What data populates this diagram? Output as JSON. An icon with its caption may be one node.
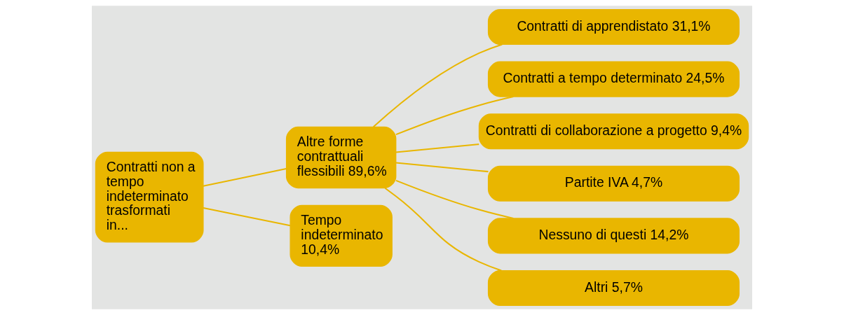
{
  "diagram": {
    "nodes": [
      {
        "text": [
          "Contratti non a tempo indeterminato trasformati in..."
        ]
      },
      {
        "text": [
          "Altre forme contrattuali flessibili 89,6%"
        ]
      },
      {
        "text": [
          "Tempo indeterminato 10,4%"
        ]
      },
      {
        "text": [
          "Contratti di apprendistato 31,1%"
        ]
      },
      {
        "text": [
          "Contratti a tempo determinato 24,5%"
        ]
      },
      {
        "text": [
          "Contratti di collaborazione a progetto 9,4%"
        ]
      },
      {
        "text": [
          "Partite IVA 4,7%"
        ]
      },
      {
        "text": [
          "Nessuno di questi 14,2%"
        ]
      },
      {
        "text": [
          "Altri 5,7%"
        ]
      }
    ],
    "edges": [
      {
        "from": 0,
        "to": 1,
        "arrow": "none"
      },
      {
        "from": 0,
        "to": 2,
        "arrow": "none"
      },
      {
        "from": 1,
        "to": 3,
        "arrow": "none"
      },
      {
        "from": 1,
        "to": 4,
        "arrow": "none"
      },
      {
        "from": 1,
        "to": 5,
        "arrow": "none"
      },
      {
        "from": 1,
        "to": 6,
        "arrow": "none"
      },
      {
        "from": 1,
        "to": 7,
        "arrow": "none"
      },
      {
        "from": 1,
        "to": 8,
        "arrow": "none"
      }
    ]
  }
}
